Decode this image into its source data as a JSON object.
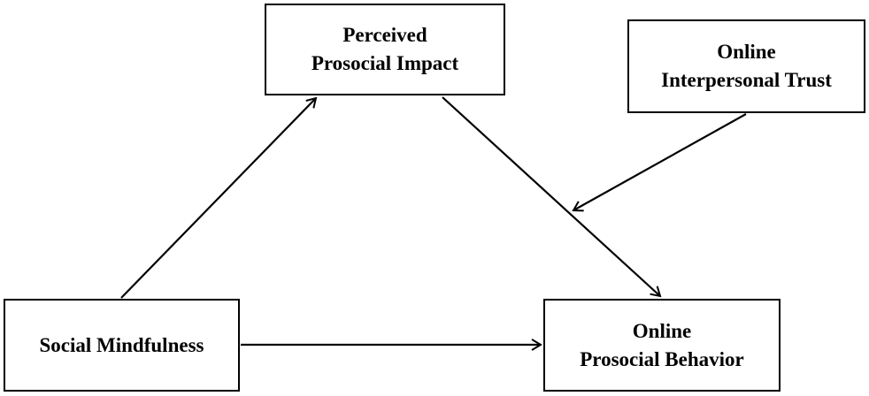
{
  "nodes": {
    "perceived_prosocial_impact": {
      "line1": "Perceived",
      "line2": "Prosocial Impact"
    },
    "online_interpersonal_trust": {
      "line1": "Online",
      "line2": "Interpersonal Trust"
    },
    "social_mindfulness": {
      "line1": "Social Mindfulness"
    },
    "online_prosocial_behavior": {
      "line1": "Online",
      "line2": "Prosocial Behavior"
    }
  },
  "edges": [
    {
      "from": "Social Mindfulness",
      "to": "Perceived Prosocial Impact"
    },
    {
      "from": "Perceived Prosocial Impact",
      "to": "Online Prosocial Behavior"
    },
    {
      "from": "Social Mindfulness",
      "to": "Online Prosocial Behavior"
    },
    {
      "from": "Online Interpersonal Trust",
      "to": "Perceived Prosocial Impact → Online Prosocial Behavior path"
    }
  ],
  "colors": {
    "stroke": "#000000",
    "background": "#ffffff"
  }
}
